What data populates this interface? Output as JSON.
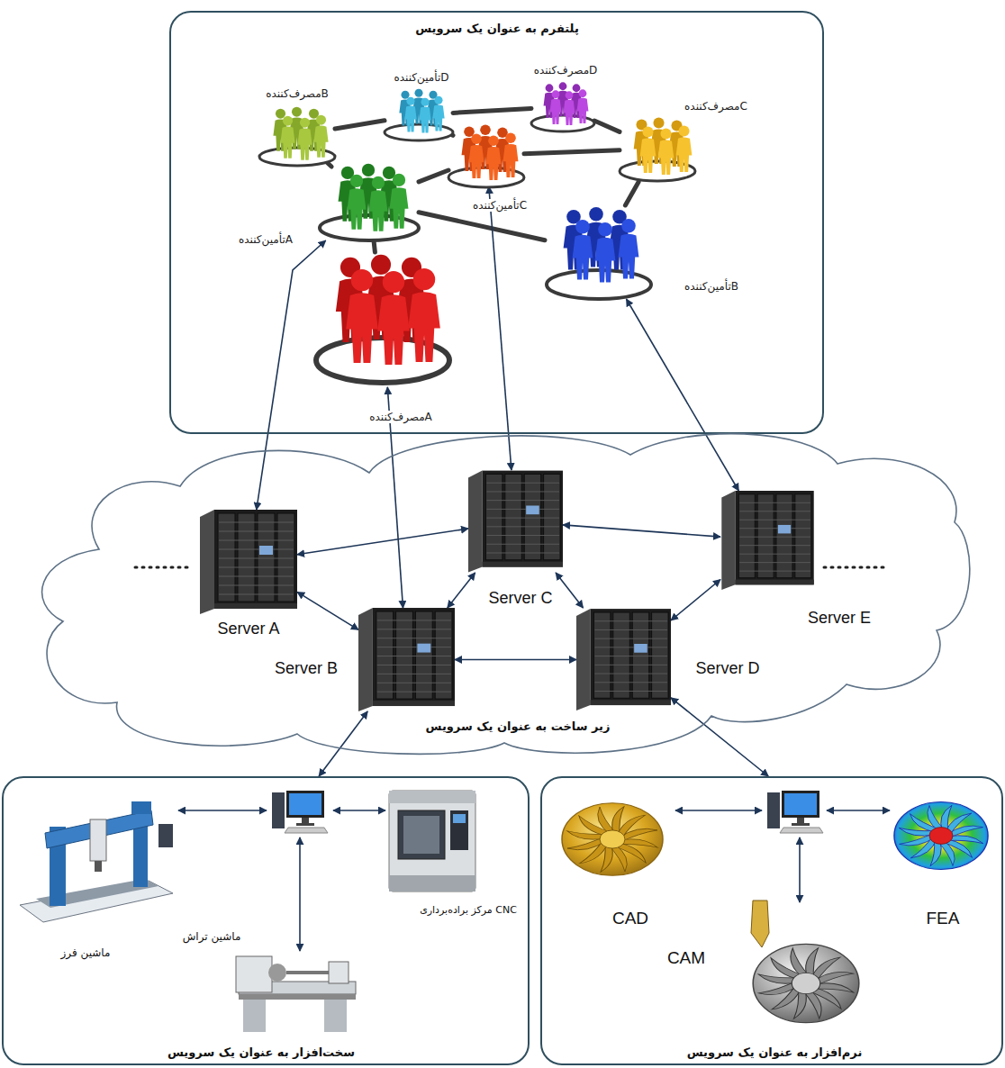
{
  "diagram": {
    "nodes": [
      {
        "text": [
          "پلتفرم به عنوان یک سرویس"
        ]
      },
      {
        "text": [
          "مصرف‌کنندهB"
        ],
        "in": 0
      },
      {
        "text": [
          "تأمین‌کنندهD"
        ],
        "in": 0
      },
      {
        "text": [
          "مصرف‌کنندهD"
        ],
        "in": 0
      },
      {
        "text": [
          "مصرف‌کنندهC"
        ],
        "in": 0
      },
      {
        "text": [
          "تأمین‌کنندهC"
        ],
        "in": 0
      },
      {
        "text": [
          "تأمین‌کنندهA"
        ],
        "in": 0
      },
      {
        "text": [
          "تأمین‌کنندهB"
        ],
        "in": 0
      },
      {
        "text": [
          "مصرف‌کنندهA"
        ],
        "in": 0
      },
      {
        "text": [
          "زیر ساخت به عنوان یک سرویس"
        ]
      },
      {
        "text": [
          "Server A"
        ],
        "in": 9
      },
      {
        "text": [
          "Server C"
        ],
        "in": 9
      },
      {
        "text": [
          "Server E"
        ],
        "in": 9
      },
      {
        "text": [
          "Server B"
        ],
        "in": 9
      },
      {
        "text": [
          "Server D"
        ],
        "in": 9
      },
      {
        "text": [
          "سخت‌افزار به عنوان یک سرویس"
        ]
      },
      {
        "text": [
          "نرم‌افزار به عنوان یک سرویس"
        ]
      }
    ],
    "edges": [
      {
        "from": 1,
        "to": 2,
        "arrow": "none"
      },
      {
        "from": 2,
        "to": 3,
        "arrow": "none"
      },
      {
        "from": 3,
        "to": 4,
        "arrow": "none"
      },
      {
        "from": 2,
        "to": 5,
        "arrow": "none"
      },
      {
        "from": 5,
        "to": 4,
        "arrow": "none"
      },
      {
        "from": 1,
        "to": 6,
        "arrow": "none"
      },
      {
        "from": 6,
        "to": 5,
        "arrow": "none"
      },
      {
        "from": 6,
        "to": 7,
        "arrow": "none"
      },
      {
        "from": 4,
        "to": 7,
        "arrow": "none"
      },
      {
        "from": 6,
        "to": 8,
        "arrow": "none"
      },
      {
        "from": 6,
        "to": 10,
        "arrow": "both"
      },
      {
        "from": 8,
        "to": 13,
        "arrow": "both"
      },
      {
        "from": 5,
        "to": 11,
        "arrow": "both"
      },
      {
        "from": 7,
        "to": 12,
        "arrow": "both"
      },
      {
        "from": 10,
        "to": 11,
        "arrow": "both"
      },
      {
        "from": 10,
        "to": 13,
        "arrow": "both"
      },
      {
        "from": 13,
        "to": 11,
        "arrow": "both"
      },
      {
        "from": 11,
        "to": 12,
        "arrow": "both"
      },
      {
        "from": 11,
        "to": 14,
        "arrow": "both"
      },
      {
        "from": 13,
        "to": 14,
        "arrow": "both"
      },
      {
        "from": 14,
        "to": 12,
        "arrow": "both"
      },
      {
        "from": 13,
        "to": 15,
        "arrow": "both"
      },
      {
        "from": 14,
        "to": 16,
        "arrow": "both"
      }
    ],
    "labels": [
      "ماشین فرز",
      "ماشین تراش",
      "مرکز براده‌برداری CNC",
      "CAD",
      "FEA",
      "CAM"
    ]
  }
}
